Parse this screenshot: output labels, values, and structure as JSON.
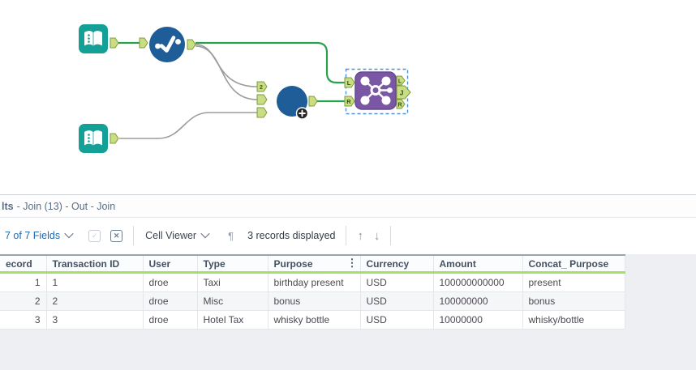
{
  "canvas": {
    "tools": [
      {
        "name": "input-data-1",
        "type": "Input Data"
      },
      {
        "name": "select",
        "type": "Select"
      },
      {
        "name": "input-data-2",
        "type": "Input Data"
      },
      {
        "name": "union",
        "type": "Union"
      },
      {
        "name": "join",
        "type": "Join",
        "selected": true
      }
    ],
    "join_anchors": {
      "in_l": "L",
      "in_r": "R",
      "out_l": "L",
      "out_j": "J",
      "out_r": "R"
    },
    "union_input_badge": "2",
    "colors": {
      "input_teal": "#14a096",
      "tool_blue": "#1e5d97",
      "join_purple": "#7a57a4",
      "anchor_green": "#c9dd82",
      "anchor_border": "#7f9c3c",
      "wire_green": "#2aa24d",
      "wire_gray": "#9b9b9b",
      "selection_blue": "#4a90d9"
    }
  },
  "panel": {
    "title_bold": "lts",
    "title_rest": "- Join (13) - Out - Join",
    "toolbar": {
      "fields_label": "7 of 7 Fields",
      "cell_viewer_label": "Cell Viewer",
      "records_label": "3 records displayed",
      "icons": {
        "select_all": "✓",
        "clear_all": "✕",
        "pilcrow": "¶",
        "up_arrow": "↑",
        "down_arrow": "↓",
        "column_menu": "⋮"
      }
    },
    "table": {
      "columns": [
        "ecord",
        "Transaction ID",
        "User",
        "Type",
        "Purpose",
        "Currency",
        "Amount",
        "Concat_ Purpose"
      ],
      "rows": [
        [
          "1",
          "1",
          "droe",
          "Taxi",
          "birthday present",
          "USD",
          "100000000000",
          "present"
        ],
        [
          "2",
          "2",
          "droe",
          "Misc",
          "bonus",
          "USD",
          "100000000",
          "bonus"
        ],
        [
          "3",
          "3",
          "droe",
          "Hotel Tax",
          "whisky bottle",
          "USD",
          "10000000",
          "whisky/bottle"
        ]
      ]
    }
  }
}
